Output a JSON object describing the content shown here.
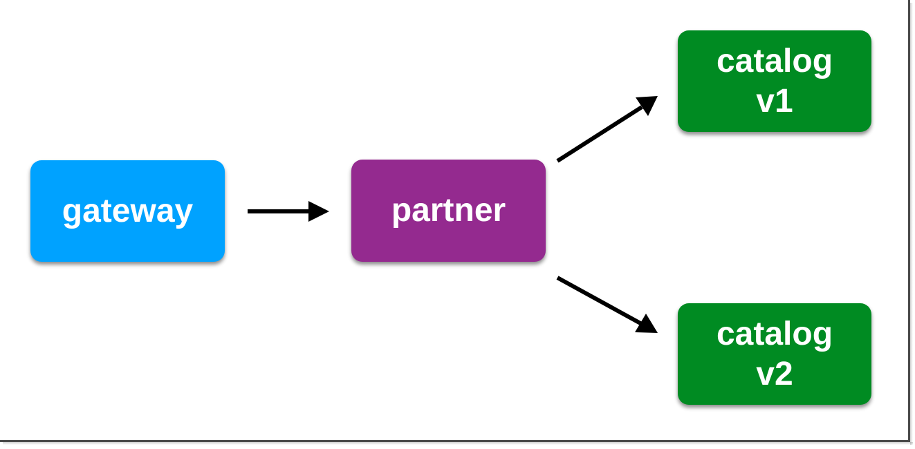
{
  "diagram": {
    "nodes": {
      "gateway": {
        "lines": [
          "gateway"
        ],
        "color": "#00a2ff"
      },
      "partner": {
        "lines": [
          "partner"
        ],
        "color": "#942a8f"
      },
      "catalog_v1": {
        "lines": [
          "catalog",
          "v1"
        ],
        "color": "#008b22"
      },
      "catalog_v2": {
        "lines": [
          "catalog",
          "v2"
        ],
        "color": "#008b22"
      }
    },
    "edges": [
      {
        "from": "gateway",
        "to": "partner"
      },
      {
        "from": "partner",
        "to": "catalog_v1"
      },
      {
        "from": "partner",
        "to": "catalog_v2"
      }
    ],
    "arrow_color": "#000000"
  }
}
